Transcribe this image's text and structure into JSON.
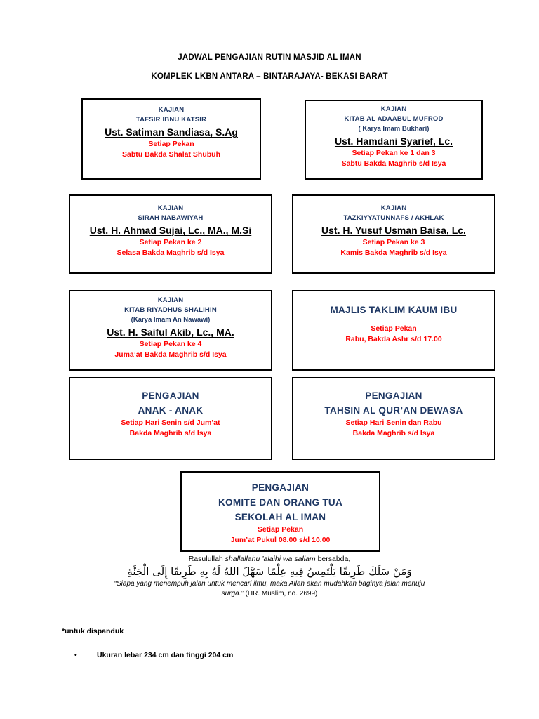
{
  "document": {
    "title_line_1": "JADWAL PENGAJIAN RUTIN MASJID AL IMAN",
    "title_line_2": "KOMPLEK LKBN ANTARA – BINTARAJAYA- BEKASI BARAT"
  },
  "colors": {
    "heading_navy": "#1F3864",
    "detail_red": "#FF0000",
    "border_black": "#000000",
    "page_background": "#FFFFFF"
  },
  "schedule_boxes": [
    {
      "id": "tafsir-ibnu-katsir",
      "kajian_label": "KAJIAN",
      "topic": "TAFSIR IBNU KATSIR",
      "subtopic": "",
      "ustadz": "Ust. Satiman Sandiasa, S.Ag",
      "detail_1": "Setiap Pekan",
      "detail_2": "Sabtu Bakda Shalat Shubuh"
    },
    {
      "id": "kitab-al-adaabul-mufrod",
      "kajian_label": "KAJIAN",
      "topic": "KITAB AL ADAABUL MUFROD",
      "subtopic": "( Karya Imam Bukhari)",
      "ustadz": "Ust. Hamdani Syarief, Lc.",
      "detail_1": "Setiap Pekan ke 1 dan 3",
      "detail_2": "Sabtu Bakda Maghrib s/d Isya"
    },
    {
      "id": "sirah-nabawiyah",
      "kajian_label": "KAJIAN",
      "topic": "SIRAH NABAWIYAH",
      "subtopic": "",
      "ustadz": "Ust. H. Ahmad Sujai, Lc., MA., M.Si",
      "detail_1": "Setiap Pekan ke 2",
      "detail_2": "Selasa Bakda Maghrib s/d Isya"
    },
    {
      "id": "tazkiyyatunnafs-akhlak",
      "kajian_label": "KAJIAN",
      "topic": "TAZKIYYATUNNAFS / AKHLAK",
      "subtopic": "",
      "ustadz": "Ust. H. Yusuf Usman Baisa, Lc.",
      "detail_1": "Setiap Pekan ke 3",
      "detail_2": "Kamis Bakda Maghrib s/d Isya"
    },
    {
      "id": "kitab-riyadhus-shalihin",
      "kajian_label": "KAJIAN",
      "topic": "KITAB RIYADHUS SHALIHIN",
      "subtopic": "(Karya Imam An Nawawi)",
      "ustadz": "Ust. H. Saiful Akib, Lc., MA.",
      "detail_1": "Setiap Pekan ke 4",
      "detail_2": "Juma’at Bakda Maghrib s/d Isya"
    }
  ],
  "heading_boxes": [
    {
      "id": "majlis-taklim-kaum-ibu",
      "heading_1": "MAJLIS TAKLIM KAUM IBU",
      "heading_2": "",
      "heading_3": "",
      "detail_1": "Setiap Pekan",
      "detail_2": "Rabu,  Bakda Ashr s/d 17.00"
    },
    {
      "id": "pengajian-anak-anak",
      "heading_1": "PENGAJIAN",
      "heading_2": "ANAK - ANAK",
      "heading_3": "",
      "detail_1": "Setiap Hari Senin s/d Jum’at",
      "detail_2": "Bakda Maghrib s/d Isya"
    },
    {
      "id": "pengajian-tahsin-al-quran-dewasa",
      "heading_1": "PENGAJIAN",
      "heading_2": "TAHSIN AL QUR’AN DEWASA",
      "heading_3": "",
      "detail_1": "Setiap Hari Senin dan Rabu",
      "detail_2": "Bakda Maghrib s/d Isya"
    },
    {
      "id": "pengajian-komite-dan-orang-tua",
      "heading_1": "PENGAJIAN",
      "heading_2": "KOMITE DAN ORANG TUA",
      "heading_3": "SEKOLAH AL IMAN",
      "detail_1": "Setiap Pekan",
      "detail_2": "Jum’at Pukul 08.00 s/d 10.00"
    }
  ],
  "hadith": {
    "intro_prefix": "Rasulullah ",
    "intro_italic": "shallallahu ’alaihi wa sallam",
    "intro_suffix": " bersabda,",
    "arabic": "وَمَنْ سَلَكَ طَرِيقًا يَلْتَمِسُ فِيهِ عِلْمًا سَهَّلَ اللهُ لَهُ بِهِ طَرِيقًا إِلَى الْجَنَّةِ",
    "translation_line_1": "“Siapa yang menempuh jalan untuk mencari ilmu, maka Allah akan mudahkan baginya jalan menuju",
    "translation_line_2": "surga.”",
    "source": " (HR. Muslim, no. 2699)"
  },
  "notes": {
    "heading": "*untuk dispanduk",
    "bullet_mark": "•",
    "bullet_1": "Ukuran lebar 234 cm dan tinggi 204 cm"
  }
}
